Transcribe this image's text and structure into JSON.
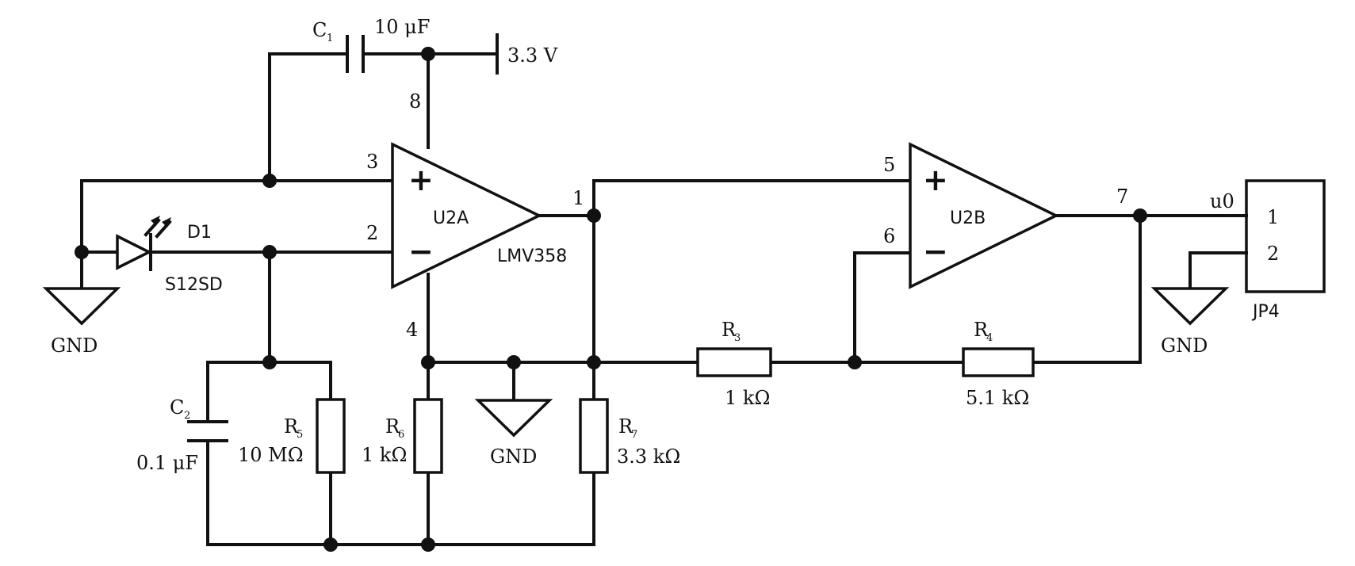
{
  "components": {
    "c1": {
      "name": "C",
      "sub": "1",
      "value": "10 μF"
    },
    "c2": {
      "name": "C",
      "sub": "2",
      "value": "0.1 μF"
    },
    "r3": {
      "name": "R",
      "sub": "3",
      "value": "1 kΩ"
    },
    "r4": {
      "name": "R",
      "sub": "4",
      "value": "5.1 kΩ"
    },
    "r5": {
      "name": "R",
      "sub": "5",
      "value": "10 MΩ"
    },
    "r6": {
      "name": "R",
      "sub": "6",
      "value": "1 kΩ"
    },
    "r7": {
      "name": "R",
      "sub": "7",
      "value": "3.3 kΩ"
    },
    "d1": {
      "name": "D1",
      "part": "S12SD"
    },
    "u2a": {
      "name": "U2A",
      "part": "LMV358"
    },
    "u2b": {
      "name": "U2B"
    },
    "jp4": {
      "name": "JP4",
      "pin1": "1",
      "pin2": "2"
    }
  },
  "supply": "3.3 V",
  "ground_label": "GND",
  "output_label": "u0",
  "pins": {
    "p1": "1",
    "p2": "2",
    "p3": "3",
    "p4": "4",
    "p5": "5",
    "p6": "6",
    "p7": "7",
    "p8": "8"
  },
  "signs": {
    "plus": "+",
    "minus": "−"
  },
  "colors": {
    "ink": "#111111",
    "background": "#ffffff"
  }
}
